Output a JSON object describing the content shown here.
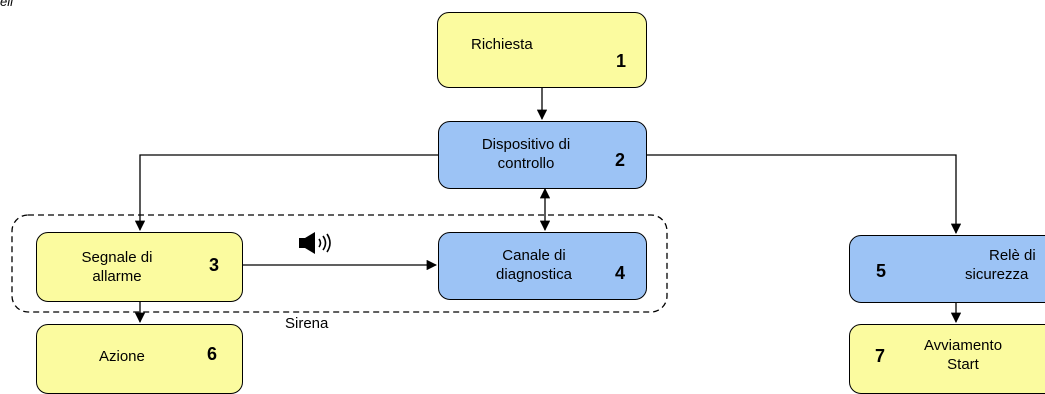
{
  "top_fragment": "ell",
  "nodes": {
    "n1": {
      "label": "Richiesta",
      "number": "1"
    },
    "n2": {
      "line1": "Dispositivo di",
      "line2": "controllo",
      "number": "2"
    },
    "n3": {
      "line1": "Segnale di",
      "line2": "allarme",
      "number": "3"
    },
    "n4": {
      "line1": "Canale di",
      "line2": "diagnostica",
      "number": "4"
    },
    "n5": {
      "line1": "Relè di",
      "line2": "sicurezza",
      "number": "5"
    },
    "n6": {
      "label": "Azione",
      "number": "6"
    },
    "n7": {
      "line1": "Avviamento",
      "line2": "Start",
      "number": "7"
    }
  },
  "group_caption": "Sirena",
  "icons": {
    "speaker": "speaker-icon"
  },
  "colors": {
    "yellow": "#fbfb9f",
    "blue": "#9cc3f5",
    "line": "#000000"
  }
}
